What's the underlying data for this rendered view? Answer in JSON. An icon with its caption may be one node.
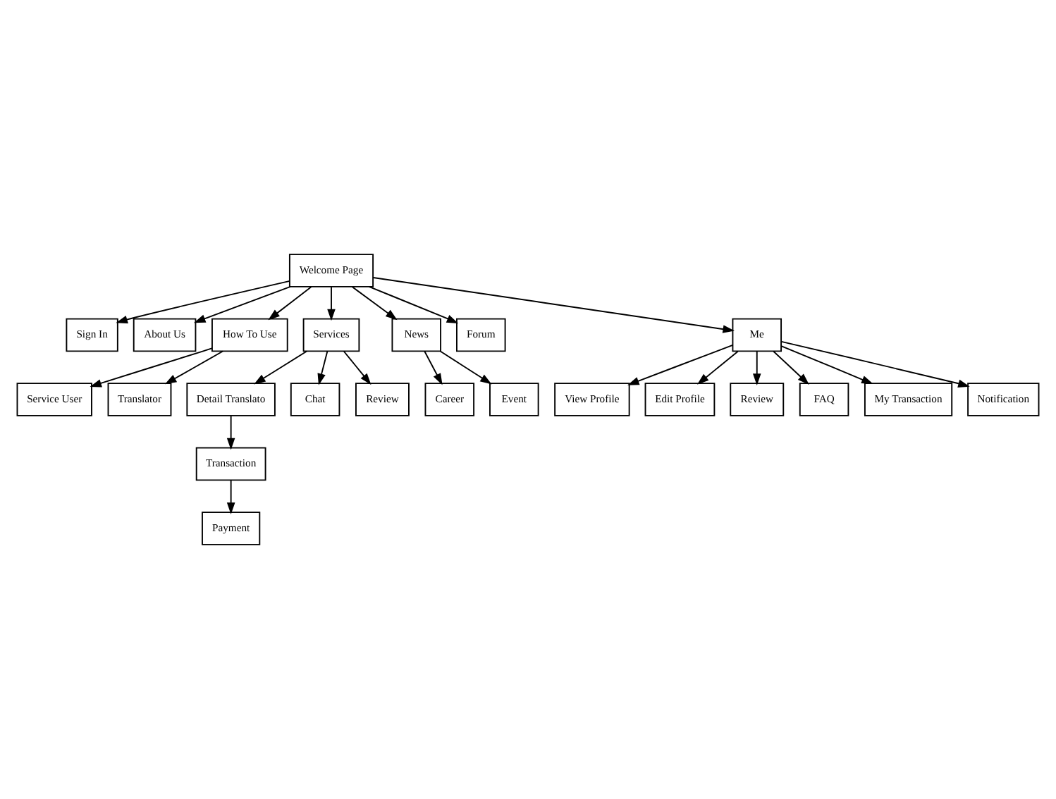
{
  "diagram": {
    "nodes": [
      {
        "text": [
          "Welcome Page"
        ]
      },
      {
        "text": [
          "Sign In"
        ]
      },
      {
        "text": [
          "About Us"
        ]
      },
      {
        "text": [
          "How To Use"
        ]
      },
      {
        "text": [
          "Services"
        ]
      },
      {
        "text": [
          "News"
        ]
      },
      {
        "text": [
          "Forum"
        ]
      },
      {
        "text": [
          "Me"
        ]
      },
      {
        "text": [
          "Service User"
        ]
      },
      {
        "text": [
          "Translator"
        ]
      },
      {
        "text": [
          "Detail Translato"
        ]
      },
      {
        "text": [
          "Chat"
        ]
      },
      {
        "text": [
          "Review"
        ]
      },
      {
        "text": [
          "Transaction"
        ]
      },
      {
        "text": [
          "Payment"
        ]
      },
      {
        "text": [
          "Career"
        ]
      },
      {
        "text": [
          "Event"
        ]
      },
      {
        "text": [
          "View Profile"
        ]
      },
      {
        "text": [
          "Edit Profile"
        ]
      },
      {
        "text": [
          "Review"
        ]
      },
      {
        "text": [
          "FAQ"
        ]
      },
      {
        "text": [
          "My Transaction"
        ]
      },
      {
        "text": [
          "Notification"
        ]
      }
    ],
    "edges": [
      {
        "from": 0,
        "to": 1,
        "arrow": "to"
      },
      {
        "from": 0,
        "to": 2,
        "arrow": "to"
      },
      {
        "from": 0,
        "to": 3,
        "arrow": "to"
      },
      {
        "from": 0,
        "to": 4,
        "arrow": "to"
      },
      {
        "from": 0,
        "to": 5,
        "arrow": "to"
      },
      {
        "from": 0,
        "to": 6,
        "arrow": "to"
      },
      {
        "from": 0,
        "to": 7,
        "arrow": "to"
      },
      {
        "from": 3,
        "to": 8,
        "arrow": "to"
      },
      {
        "from": 3,
        "to": 9,
        "arrow": "to"
      },
      {
        "from": 4,
        "to": 10,
        "arrow": "to"
      },
      {
        "from": 4,
        "to": 11,
        "arrow": "to"
      },
      {
        "from": 4,
        "to": 12,
        "arrow": "to"
      },
      {
        "from": 10,
        "to": 13,
        "arrow": "to"
      },
      {
        "from": 13,
        "to": 14,
        "arrow": "to"
      },
      {
        "from": 5,
        "to": 15,
        "arrow": "to"
      },
      {
        "from": 5,
        "to": 16,
        "arrow": "to"
      },
      {
        "from": 7,
        "to": 17,
        "arrow": "to"
      },
      {
        "from": 7,
        "to": 18,
        "arrow": "to"
      },
      {
        "from": 7,
        "to": 21,
        "arrow": "to"
      },
      {
        "from": 7,
        "to": 19,
        "arrow": "to"
      },
      {
        "from": 7,
        "to": 22,
        "arrow": "to"
      },
      {
        "from": 7,
        "to": 20,
        "arrow": "to"
      }
    ]
  }
}
